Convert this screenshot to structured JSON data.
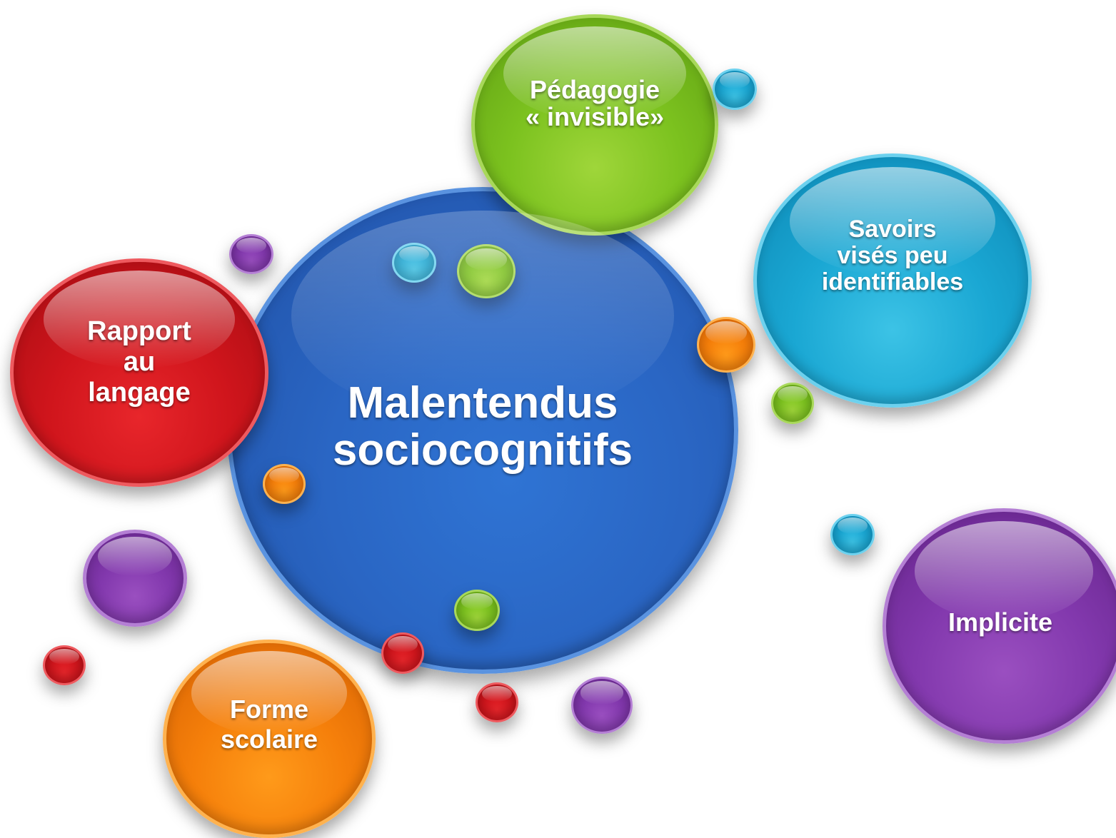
{
  "diagram": {
    "center": {
      "label": "Malentendus\nsociocognitifs",
      "color": "#2a66c4"
    },
    "satellites": [
      {
        "key": "pedagogie",
        "label": "Pédagogie\n« invisible»",
        "color": "#7cc21f"
      },
      {
        "key": "savoirs",
        "label": "Savoirs\nvisés peu\nidentifiables",
        "color": "#1aa7d3"
      },
      {
        "key": "rapport",
        "label": "Rapport\nau\nlangage",
        "color": "#d0151c"
      },
      {
        "key": "forme",
        "label": "Forme\nscolaire",
        "color": "#f57f0a"
      },
      {
        "key": "implicite",
        "label": "Implicite",
        "color": "#8238ad"
      }
    ]
  }
}
